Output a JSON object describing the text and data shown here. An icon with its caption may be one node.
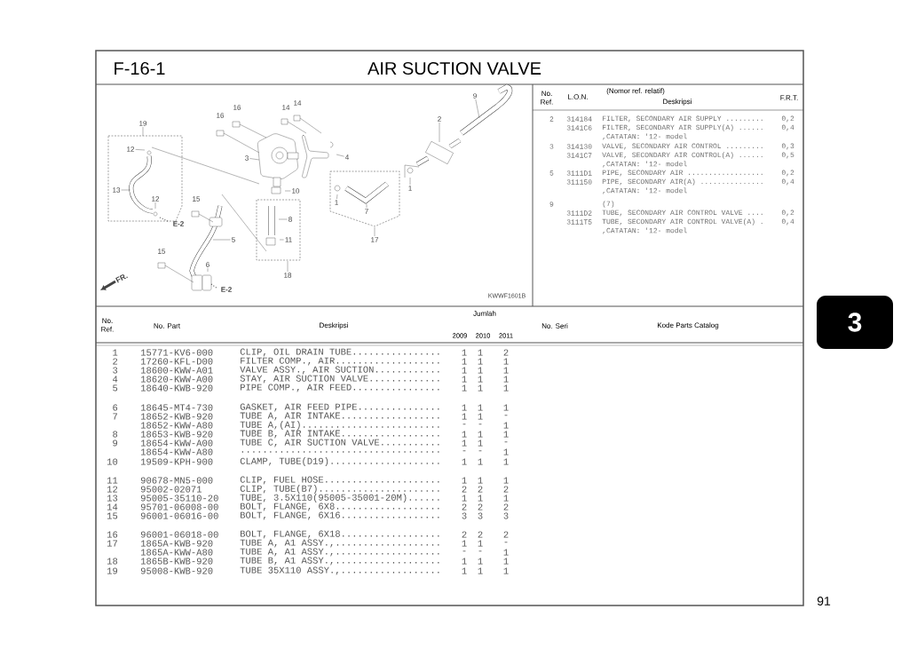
{
  "diagram": {
    "title": "AIR SUCTION VALVE",
    "nodes": [
      {
        "text": [
          "9"
        ]
      },
      {
        "text": [
          "2"
        ]
      },
      {
        "text": [
          "19"
        ]
      },
      {
        "text": [
          "12"
        ]
      },
      {
        "text": [
          "3"
        ]
      },
      {
        "text": [
          "4"
        ]
      },
      {
        "text": [
          "1"
        ]
      },
      {
        "text": [
          "10"
        ]
      },
      {
        "text": [
          "13"
        ]
      },
      {
        "text": [
          "12"
        ]
      },
      {
        "text": [
          "1"
        ]
      },
      {
        "text": [
          "7"
        ]
      },
      {
        "text": [
          "8"
        ]
      },
      {
        "text": [
          "17"
        ]
      },
      {
        "text": [
          "11"
        ]
      },
      {
        "text": [
          "5"
        ]
      },
      {
        "text": [
          "6"
        ]
      },
      {
        "text": [
          "18"
        ]
      },
      {
        "text": [
          "3"
        ]
      }
    ],
    "edges": [
      {
        "from": 0,
        "to": null,
        "arrow": "none"
      },
      {
        "from": 1,
        "to": null,
        "arrow": "none"
      },
      {
        "from": 2,
        "to": null,
        "arrow": "none"
      },
      {
        "from": 3,
        "to": null,
        "arrow": "none"
      },
      {
        "from": 4,
        "to": null,
        "arrow": "none"
      },
      {
        "from": 5,
        "to": null,
        "arrow": "none"
      },
      {
        "from": 6,
        "to": null,
        "arrow": "none"
      },
      {
        "from": 7,
        "to": null,
        "arrow": "none"
      },
      {
        "from": 8,
        "to": null,
        "arrow": "none"
      },
      {
        "from": 9,
        "to": null,
        "arrow": "none"
      },
      {
        "from": 10,
        "to": null,
        "arrow": "none"
      },
      {
        "from": 11,
        "to": null,
        "arrow": "none"
      },
      {
        "from": 12,
        "to": null,
        "arrow": "none"
      },
      {
        "from": 13,
        "to": null,
        "arrow": "none"
      },
      {
        "from": 14,
        "to": null,
        "arrow": "none"
      },
      {
        "from": 15,
        "to": null,
        "arrow": "none"
      },
      {
        "from": 16,
        "to": null,
        "arrow": "none"
      },
      {
        "from": 17,
        "to": null,
        "arrow": "none"
      }
    ],
    "labels": [
      "F-16-1",
      "16",
      "16",
      "14",
      "14",
      "15",
      "15",
      "E-2",
      "E-2",
      "FR.",
      "KWWF1601B",
      "No. Ref.",
      "L.O.N.",
      "(Nomor ref. relatif)",
      "Deskripsi",
      "F.R.T.",
      "2",
      "314184",
      "FILTER, SECONDARY AIR SUPPLY .........",
      "0,2",
      "3141C6",
      "FILTER, SECONDARY AIR SUPPLY(A) ......",
      "0,4",
      ",CATATAN: '12- model",
      "3",
      "314130",
      "VALVE, SECONDARY AIR CONTROL .........",
      "0,3",
      "3141C7",
      "VALVE, SECONDARY AIR CONTROL(A) ......",
      "0,5",
      ",CATATAN: '12- model",
      "5",
      "3111D1",
      "PIPE, SECONDARY AIR ..................",
      "0,2",
      "311150",
      "PIPE, SECONDARY AIR(A) ...............",
      "0,4",
      ",CATATAN: '12- model",
      "9",
      "(7)",
      "3111D2",
      "TUBE, SECONDARY AIR CONTROL VALVE ....",
      "0,2",
      "3111T5",
      "TUBE, SECONDARY AIR CONTROL VALVE(A) .",
      "0,4",
      ",CATATAN: '12- model",
      "No. Ref.",
      "No. Part",
      "Deskripsi",
      "Jumlah",
      "2009",
      "2010",
      "2011",
      "No. Seri",
      "Kode Parts Catalog",
      "1",
      "15771-KV6-000",
      "CLIP, OIL DRAIN TUBE................",
      "1",
      "1",
      "2",
      "2",
      "17260-KFL-D00",
      "FILTER COMP., AIR...................",
      "1",
      "1",
      "1",
      "3",
      "18600-KWW-A01",
      "VALVE ASSY., AIR SUCTION............",
      "1",
      "1",
      "1",
      "4",
      "18620-KWW-A00",
      "STAY, AIR SUCTION VALVE.............",
      "1",
      "1",
      "1",
      "5",
      "18640-KWB-920",
      "PIPE COMP., AIR FEED................",
      "1",
      "1",
      "1",
      "6",
      "18645-MT4-730",
      "GASKET, AIR FEED PIPE...............",
      "1",
      "1",
      "1",
      "7",
      "18652-KWB-920",
      "TUBE A, AIR INTAKE..................",
      "1",
      "1",
      "-",
      "18652-KWW-A80",
      "TUBE A,(AI).........................",
      "-",
      "-",
      "1",
      "8",
      "18653-KWB-920",
      "TUBE B, AIR INTAKE..................",
      "1",
      "1",
      "1",
      "9",
      "18654-KWW-A00",
      "TUBE C, AIR SUCTION VALVE...........",
      "1",
      "1",
      "-",
      "18654-KWW-A80",
      "....................................",
      "-",
      "-",
      "1",
      "10",
      "19509-KPH-900",
      "CLAMP, TUBE(D19)....................",
      "1",
      "1",
      "1",
      "11",
      "90678-MN5-000",
      "CLIP, FUEL HOSE.....................",
      "1",
      "1",
      "1",
      "12",
      "95002-02071",
      "CLIP, TUBE(B7)......................",
      "2",
      "2",
      "2",
      "13",
      "95005-35110-20",
      "TUBE, 3.5X110(95005-35001-20M)......",
      "1",
      "1",
      "1",
      "14",
      "95701-06008-00",
      "BOLT, FLANGE, 6X8...................",
      "2",
      "2",
      "2",
      "15",
      "96001-06016-00",
      "BOLT, FLANGE, 6X16..................",
      "3",
      "3",
      "3",
      "16",
      "96001-06018-00",
      "BOLT, FLANGE, 6X18..................",
      "2",
      "2",
      "2",
      "17",
      "1865A-KWB-920",
      "TUBE A, A1 ASSY.,...................",
      "1",
      "1",
      "-",
      "1865A-KWW-A80",
      "TUBE A, A1 ASSY.,...................",
      "-",
      "-",
      "1",
      "18",
      "1865B-KWB-920",
      "TUBE B, A1 ASSY.,...................",
      "1",
      "1",
      "1",
      "19",
      "95008-KWB-920",
      "TUBE 35X110 ASSY.,..................",
      "1",
      "1",
      "1",
      "91"
    ]
  }
}
